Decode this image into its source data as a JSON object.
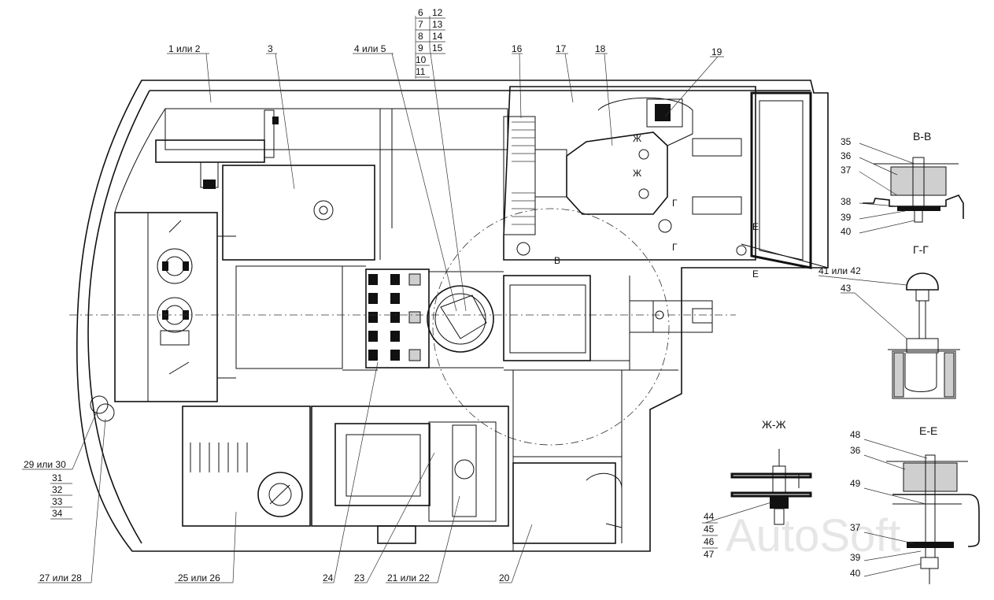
{
  "watermark": "AutoSoft",
  "sections": {
    "v_v": "В-В",
    "g_g": "Г-Г",
    "zh_zh": "Ж-Ж",
    "e_e": "Е-Е"
  },
  "cut_marks": {
    "zh_upper": "Ж",
    "zh_lower": "Ж",
    "g_upper": "Г",
    "g_lower": "Г",
    "e_upper": "Е",
    "e_lower": "Е",
    "v": "В"
  },
  "callouts_top": [
    "1 или 2",
    "3",
    "4 или 5",
    "16",
    "17",
    "18",
    "19"
  ],
  "stack_top_left": [
    "6",
    "7",
    "8",
    "9",
    "10",
    "11"
  ],
  "stack_top_right": [
    "12",
    "13",
    "14",
    "15"
  ],
  "callouts_bottom": [
    "27 или 28",
    "25 или 26",
    "24",
    "23",
    "21 или 22",
    "20"
  ],
  "callouts_left": [
    "29 или 30",
    "31",
    "32",
    "33",
    "34"
  ],
  "callouts_vv": [
    "35",
    "36",
    "37",
    "38",
    "39",
    "40"
  ],
  "callouts_gg": [
    "41 или 42",
    "43"
  ],
  "callouts_zhzh": [
    "44",
    "45",
    "46",
    "47"
  ],
  "callouts_ee": [
    "48",
    "36",
    "49",
    "37",
    "39",
    "40"
  ]
}
